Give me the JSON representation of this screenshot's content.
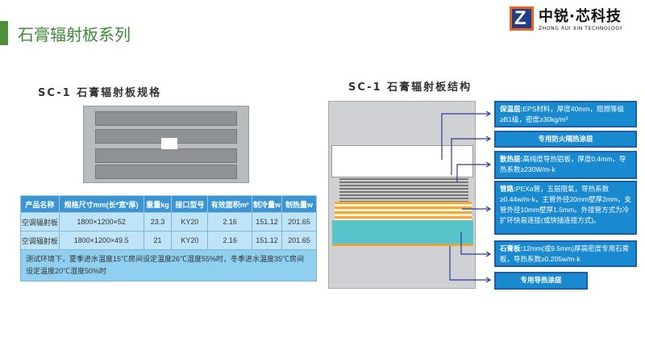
{
  "header": {
    "title": "石膏辐射板系列",
    "logo_cn": "中锐·芯科技",
    "logo_en": "ZHONG RUI XIN TECHNOLOGY",
    "logo_mark": "Z"
  },
  "left": {
    "section_title": "SC-1 石膏辐射板规格",
    "table": {
      "headers": [
        "产品名称",
        "规格尺寸mm(长*宽*厚)",
        "重量kg",
        "接口型号",
        "有效面积m²",
        "制冷量w",
        "制热量w"
      ],
      "rows": [
        [
          "空调辐射板",
          "1800×1200×52",
          "23.3",
          "KY20",
          "2.16",
          "151.12",
          "201.65"
        ],
        [
          "空调辐射板",
          "1800×1200×49.5",
          "21",
          "KY20",
          "2.16",
          "151.12",
          "201.65"
        ]
      ],
      "note": "测试环境下，夏季进水温度15℃房间设定温度26℃湿度55%时，冬季进水温度35℃房间设定温度20℃湿度50%时"
    }
  },
  "right": {
    "section_title": "SC-1 石膏辐射板结构",
    "callouts": [
      {
        "label": "保温层:",
        "text": "EPS材料，厚度40mm，阻燃等级≥B1级，密度≥30kg/m³"
      },
      {
        "label": "",
        "text": "专用防火隔热涂层"
      },
      {
        "label": "散热层:",
        "text": "高纯度导热铝板，厚度0.4mm，导热系数≥230W/m·k"
      },
      {
        "label": "管路:",
        "text": "PEXa管，五层阻氧，导热系数≥0.44w/m·k，主管外径20mm壁厚2mm，支管外径10mm壁厚1.5mm。外接管方式为冷扩环快易连接(或快插连接方式)。"
      },
      {
        "label": "石膏板:",
        "text": "12mm(或9.5mm)厚高密度专用石膏板，导热系数≥0.205w/m·k"
      },
      {
        "label": "",
        "text": "专用导热涂层"
      }
    ]
  }
}
